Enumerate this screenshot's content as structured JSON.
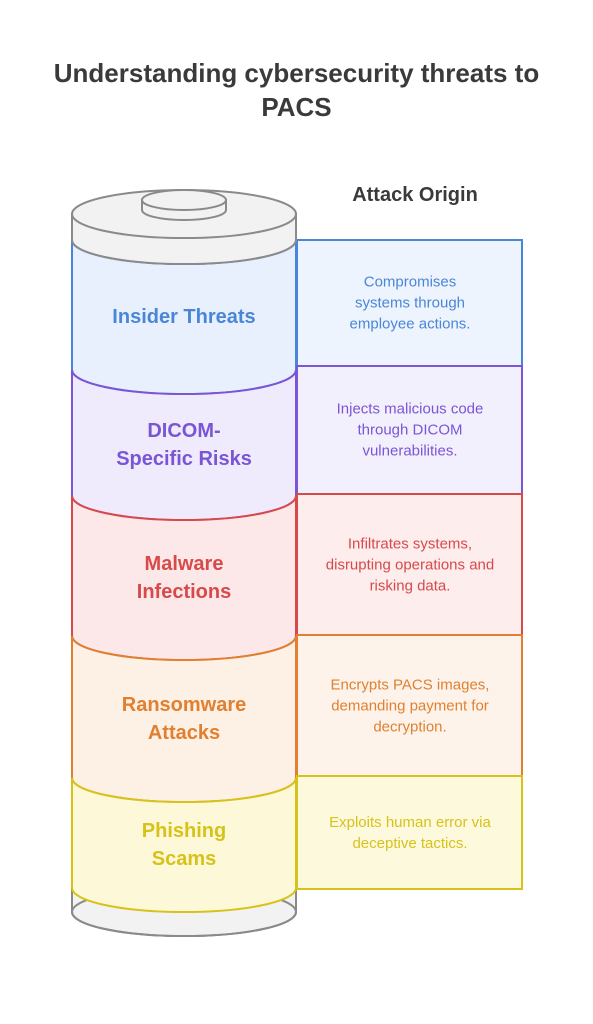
{
  "title": "Understanding cybersecurity threats to PACS",
  "column_header": "Attack Origin",
  "layers": [
    {
      "label": "Insider Threats",
      "description": "Compromises systems through employee actions.",
      "color": "#4a86d8",
      "fill": "#e7f0fc",
      "box_fill": "#eef4fd"
    },
    {
      "label": "DICOM-Specific Risks",
      "description": "Injects malicious code through DICOM vulnerabilities.",
      "color": "#7a55d6",
      "fill": "#efeafc",
      "box_fill": "#f3f0fd"
    },
    {
      "label": "Malware Infections",
      "description": "Infiltrates systems, disrupting operations and risking data.",
      "color": "#d84a4a",
      "fill": "#fce8e8",
      "box_fill": "#fdeded"
    },
    {
      "label": "Ransomware Attacks",
      "description": "Encrypts PACS images, demanding payment for decryption.",
      "color": "#e08030",
      "fill": "#fdf0e4",
      "box_fill": "#fef3ea"
    },
    {
      "label": "Phishing Scams",
      "description": "Exploits human error via deceptive tactics.",
      "color": "#d8c21a",
      "fill": "#fcf8d8",
      "box_fill": "#fdf9dc"
    }
  ]
}
